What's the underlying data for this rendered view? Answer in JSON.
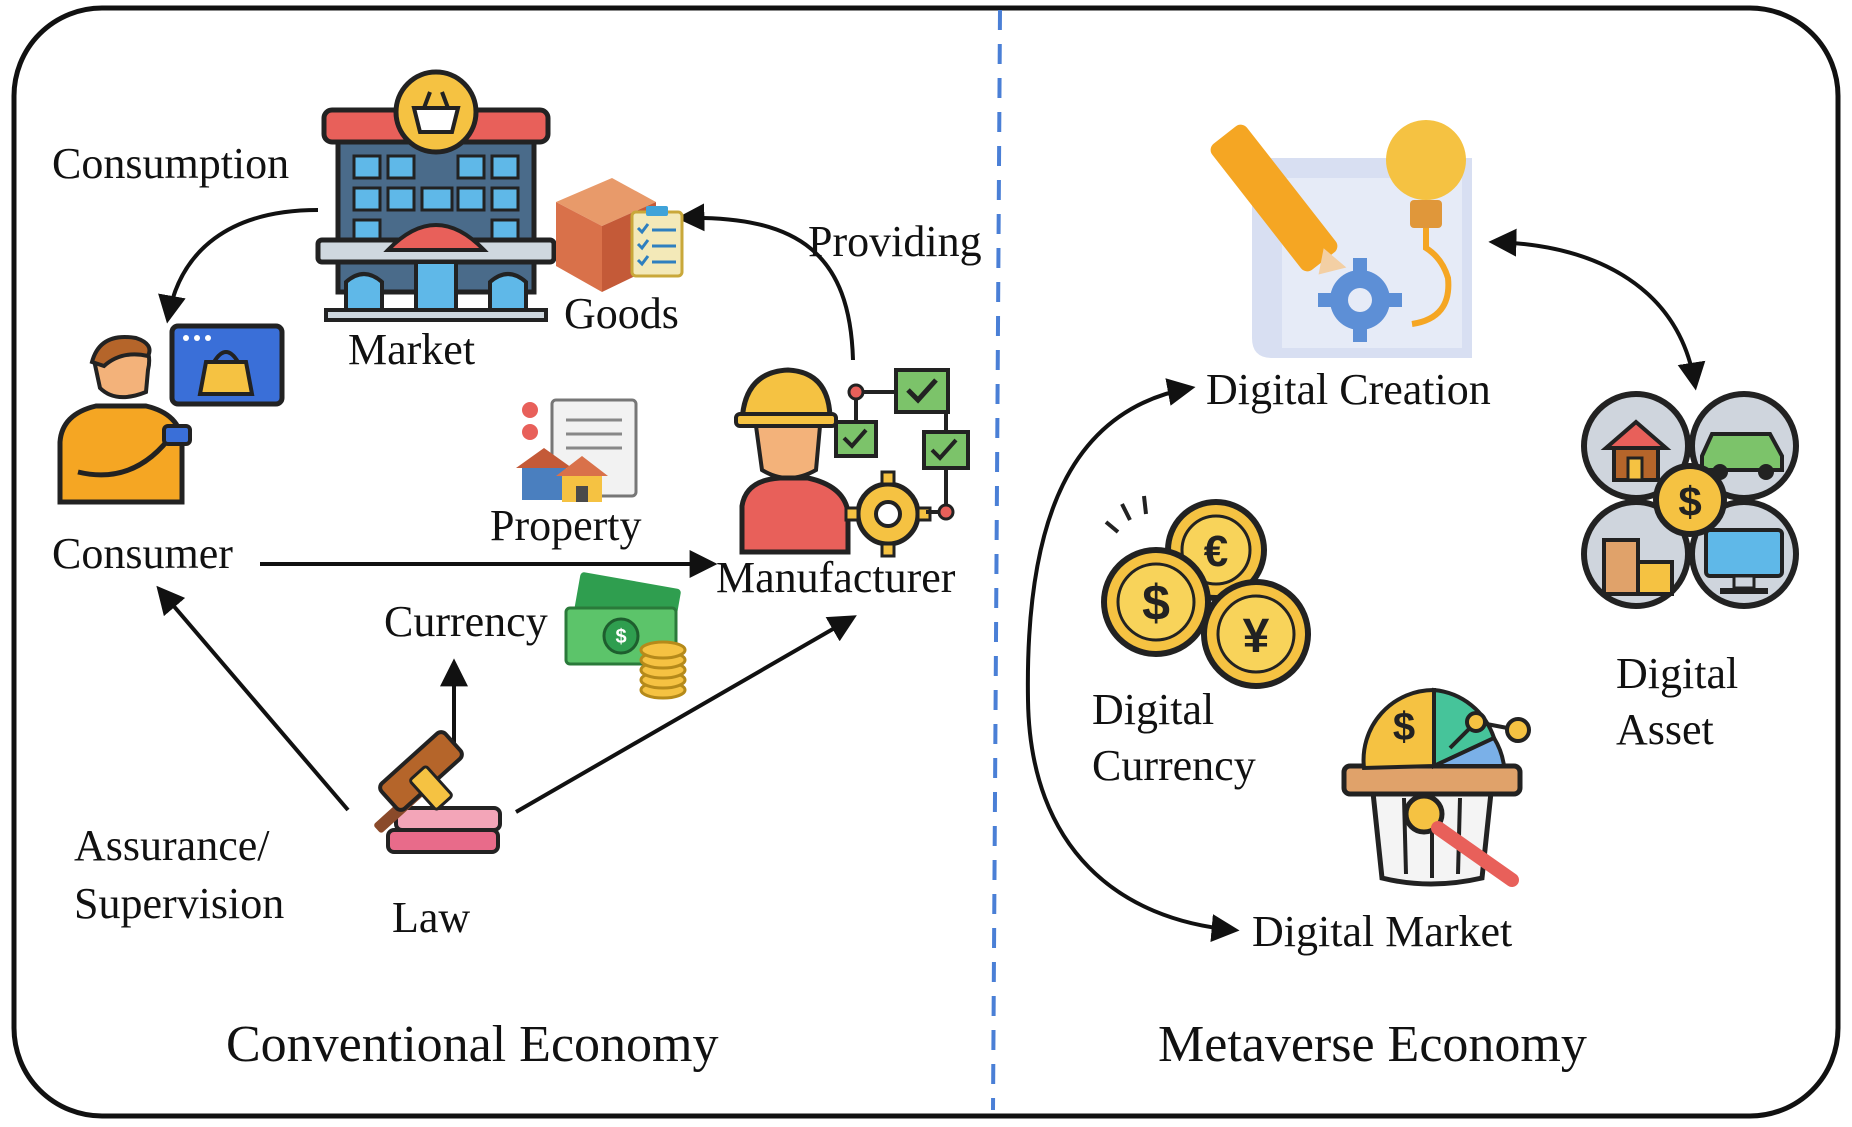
{
  "sections": {
    "conventional": "Conventional Economy",
    "metaverse": "Metaverse Economy"
  },
  "conventional_nodes": {
    "market": "Market",
    "goods": "Goods",
    "consumer": "Consumer",
    "manufacturer": "Manufacturer",
    "property": "Property",
    "currency": "Currency",
    "law": "Law"
  },
  "conventional_edges": {
    "consumption": "Consumption",
    "providing": "Providing",
    "assurance_line1": "Assurance/",
    "assurance_line2": "Supervision"
  },
  "metaverse_nodes": {
    "digital_creation": "Digital Creation",
    "digital_currency_line1": "Digital",
    "digital_currency_line2": "Currency",
    "digital_market": "Digital Market",
    "digital_asset_line1": "Digital",
    "digital_asset_line2": "Asset"
  },
  "icons": {
    "market": "market-building-icon",
    "goods": "goods-box-icon",
    "consumer": "consumer-shopping-icon",
    "property": "property-document-icon",
    "manufacturer": "manufacturer-worker-icon",
    "currency": "cash-coins-icon",
    "law": "gavel-books-icon",
    "digital_creation": "creation-pencil-bulb-icon",
    "digital_currency": "currency-coins-icon",
    "digital_market": "digital-market-basket-icon",
    "digital_asset": "digital-asset-circles-icon"
  },
  "colors": {
    "divider": "#4a7fd6",
    "frame": "#111111",
    "arrow": "#111111"
  }
}
